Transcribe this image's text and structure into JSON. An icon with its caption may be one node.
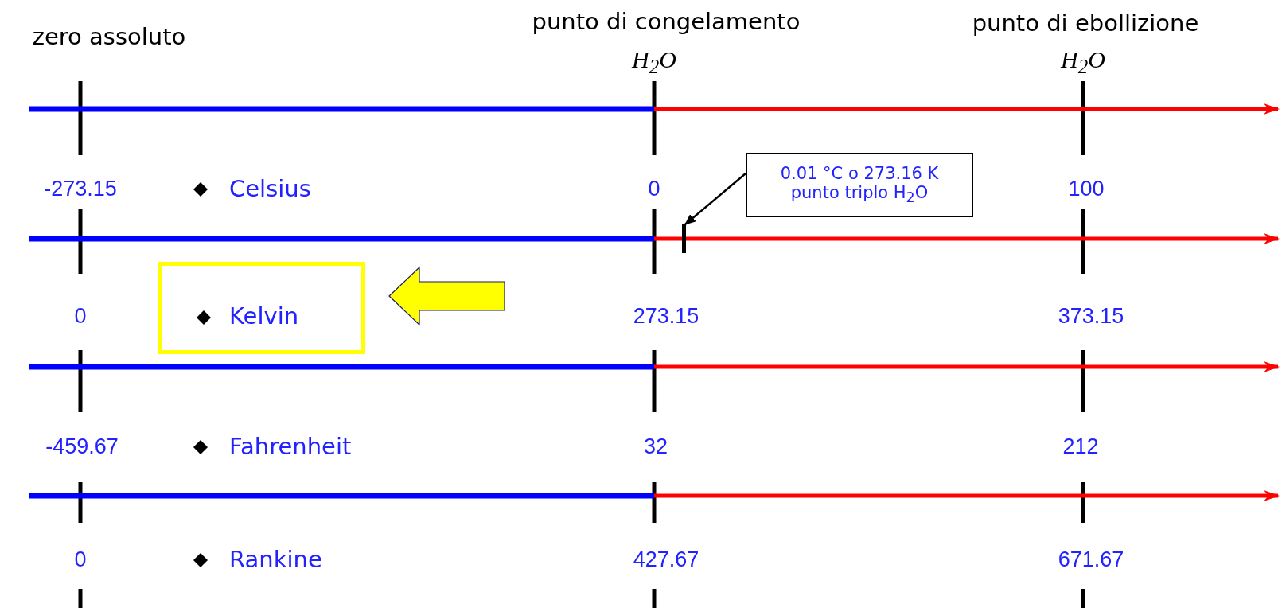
{
  "diagram": {
    "nodes": [
      {
        "text": [
          "Kelvin"
        ]
      },
      {
        "text": [
          "0.01 °C o 273.16 K punto triplo H$_{2}$O"
        ]
      },
      {
        "text": [],
        "shape": "bar"
      }
    ],
    "edges": [
      {
        "from": null,
        "to": 0,
        "arrow": "to",
        "style": "thick",
        "color": "#ffff00"
      },
      {
        "from": 1,
        "to": 2,
        "arrow": "to"
      }
    ],
    "labels": [
      "zero assoluto",
      "punto di congelamento",
      "punto di ebollizione",
      "H$_{2}$O",
      "H$_{2}$O",
      "-273.15",
      "Celsius",
      "0",
      "100",
      "0",
      "273.15",
      "373.15",
      "-459.67",
      "Fahrenheit",
      "32",
      "212",
      "0",
      "Rankine",
      "427.67",
      "671.67"
    ]
  }
}
